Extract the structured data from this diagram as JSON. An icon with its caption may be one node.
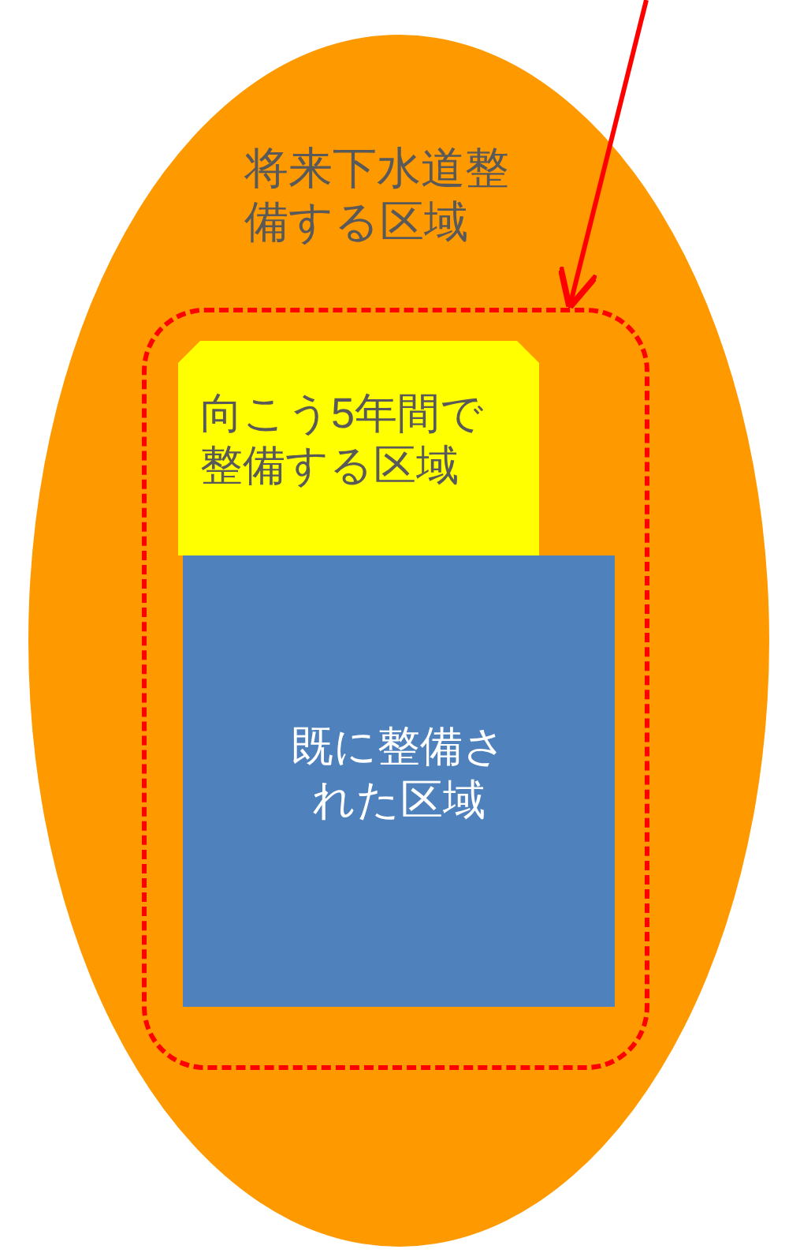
{
  "diagram": {
    "nodes": [
      {
        "text": [
          "将来下水道整備する区域"
        ]
      },
      {
        "text": [],
        "shape": "box",
        "in": 0
      },
      {
        "text": [
          "向こう5年間で整備する区域"
        ],
        "in": 1
      },
      {
        "text": [
          "既に整備された区域"
        ],
        "in": 1
      }
    ],
    "edges": [
      {
        "from": null,
        "to": 1,
        "arrow": "to",
        "color": "#ff0000"
      }
    ]
  }
}
